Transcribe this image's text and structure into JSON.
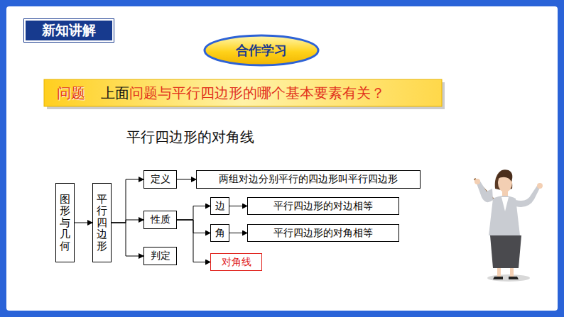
{
  "diagram": {
    "nodes": [
      {
        "text": [
          "新知讲解"
        ]
      },
      {
        "text": [
          "合作学习"
        ]
      },
      {
        "text": [
          "问题",
          "上面",
          "问题与平行四边形的哪个基本要素有关？"
        ]
      },
      {
        "text": [
          "图形与几何"
        ]
      },
      {
        "text": [
          "平行四边形"
        ]
      },
      {
        "text": [
          "定义"
        ]
      },
      {
        "text": [
          "性质"
        ]
      },
      {
        "text": [
          "判定"
        ]
      },
      {
        "text": [
          "两组对边分别平行的四边形叫平行四边形"
        ]
      },
      {
        "text": [
          "边"
        ]
      },
      {
        "text": [
          "角"
        ]
      },
      {
        "text": [
          "对角线"
        ]
      },
      {
        "text": [
          "平行四边形的对边相等"
        ]
      },
      {
        "text": [
          "平行四边形的对角相等"
        ]
      }
    ],
    "edges": [
      {
        "from": 3,
        "to": 4,
        "arrow": "to"
      },
      {
        "from": 4,
        "to": 5,
        "arrow": "to"
      },
      {
        "from": 4,
        "to": 6,
        "arrow": "to"
      },
      {
        "from": 4,
        "to": 7,
        "arrow": "to"
      },
      {
        "from": 5,
        "to": 8,
        "arrow": "to"
      },
      {
        "from": 6,
        "to": 9,
        "arrow": "to"
      },
      {
        "from": 6,
        "to": 10,
        "arrow": "to"
      },
      {
        "from": 6,
        "to": 11,
        "arrow": "to"
      },
      {
        "from": 9,
        "to": 12,
        "arrow": "to"
      },
      {
        "from": 10,
        "to": 13,
        "arrow": "to"
      }
    ],
    "labels": [
      "平行四边形的对角线"
    ]
  }
}
